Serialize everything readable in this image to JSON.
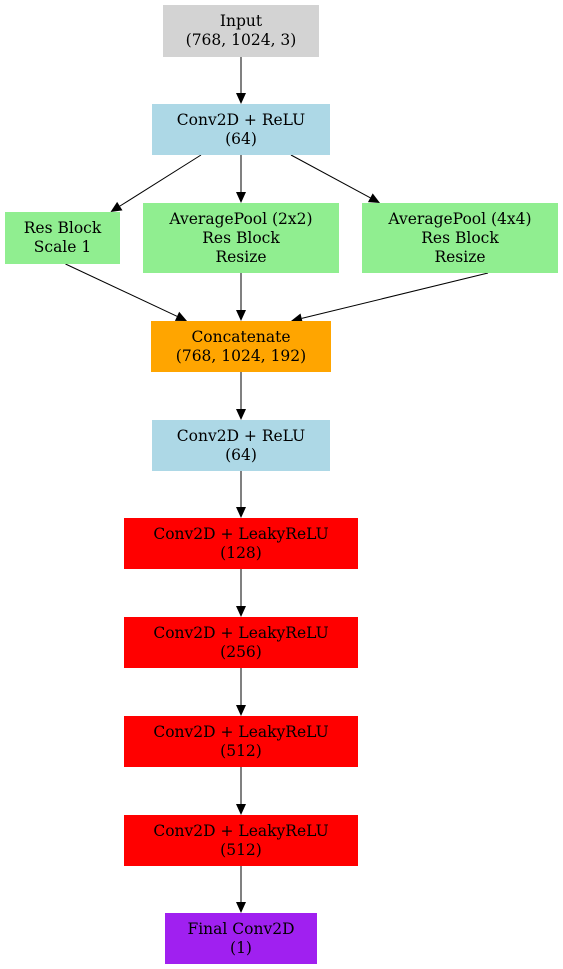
{
  "colors": {
    "input": "#d3d3d3",
    "conv_relu": "#add8e6",
    "res_block": "#90ee90",
    "concat": "#ffa500",
    "leaky": "#ff0000",
    "final": "#a020f0",
    "edge": "#000000"
  },
  "nodes": {
    "input": {
      "line1": "Input",
      "line2": "(768, 1024, 3)"
    },
    "conv1": {
      "line1": "Conv2D + ReLU",
      "line2": "(64)"
    },
    "res1": {
      "line1": "Res Block",
      "line2": "Scale 1"
    },
    "pool2": {
      "line1": "AveragePool (2x2)",
      "line2": "Res Block",
      "line3": "Resize"
    },
    "pool4": {
      "line1": "AveragePool (4x4)",
      "line2": "Res Block",
      "line3": "Resize"
    },
    "concat": {
      "line1": "Concatenate",
      "line2": "(768, 1024, 192)"
    },
    "conv2": {
      "line1": "Conv2D + ReLU",
      "line2": "(64)"
    },
    "leaky1": {
      "line1": "Conv2D + LeakyReLU",
      "line2": "(128)"
    },
    "leaky2": {
      "line1": "Conv2D + LeakyReLU",
      "line2": "(256)"
    },
    "leaky3": {
      "line1": "Conv2D + LeakyReLU",
      "line2": "(512)"
    },
    "leaky4": {
      "line1": "Conv2D + LeakyReLU",
      "line2": "(512)"
    },
    "final": {
      "line1": "Final Conv2D",
      "line2": "(1)"
    }
  },
  "edges": [
    {
      "from": "input",
      "to": "conv1"
    },
    {
      "from": "conv1",
      "to": "res1"
    },
    {
      "from": "conv1",
      "to": "pool2"
    },
    {
      "from": "conv1",
      "to": "pool4"
    },
    {
      "from": "res1",
      "to": "concat"
    },
    {
      "from": "pool2",
      "to": "concat"
    },
    {
      "from": "pool4",
      "to": "concat"
    },
    {
      "from": "concat",
      "to": "conv2"
    },
    {
      "from": "conv2",
      "to": "leaky1"
    },
    {
      "from": "leaky1",
      "to": "leaky2"
    },
    {
      "from": "leaky2",
      "to": "leaky3"
    },
    {
      "from": "leaky3",
      "to": "leaky4"
    },
    {
      "from": "leaky4",
      "to": "final"
    }
  ]
}
